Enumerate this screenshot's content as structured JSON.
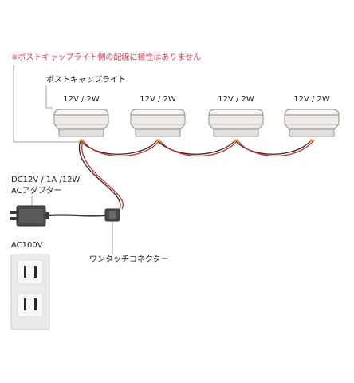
{
  "notice": "※ポストキャップライト側の配線に極性はありません",
  "post_cap_light_label": "ポストキャップライト",
  "lights": [
    {
      "spec": "12V / 2W"
    },
    {
      "spec": "12V / 2W"
    },
    {
      "spec": "12V / 2W"
    },
    {
      "spec": "12V / 2W"
    }
  ],
  "adapter": {
    "line1": "DC12V / 1A /12W",
    "line2": "ACアダプター"
  },
  "connector_label": "ワンタッチコネクター",
  "outlet_label": "AC100V",
  "colors": {
    "notice": "#e8384f",
    "wire_red": "#d42a2a",
    "wire_black": "#2a2a2a",
    "light_body": "#eeeae6",
    "light_stroke": "#8a8784"
  }
}
